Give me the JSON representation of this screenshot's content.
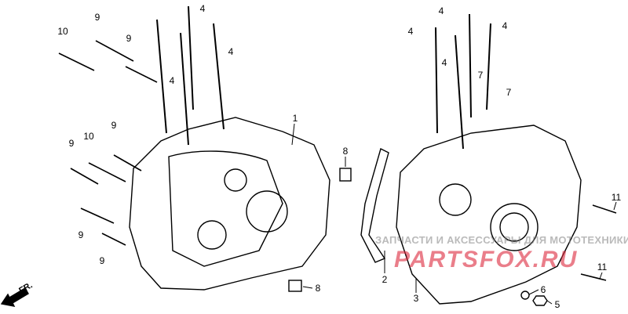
{
  "diagram": {
    "left_labels": [
      "10",
      "9",
      "9",
      "4",
      "4",
      "4",
      "1",
      "9",
      "10",
      "9",
      "9",
      "9",
      "8",
      "8"
    ],
    "right_labels": [
      "4",
      "4",
      "4",
      "4",
      "7",
      "7",
      "11",
      "2",
      "3",
      "6",
      "5",
      "11"
    ],
    "direction_label": "FR.",
    "watermark_text": "ЗАПЧАСТИ И АКСЕССУАРЫ ДЛЯ МОТОТЕХНИКИ",
    "watermark_logo": "PARTSFOX.RU"
  }
}
